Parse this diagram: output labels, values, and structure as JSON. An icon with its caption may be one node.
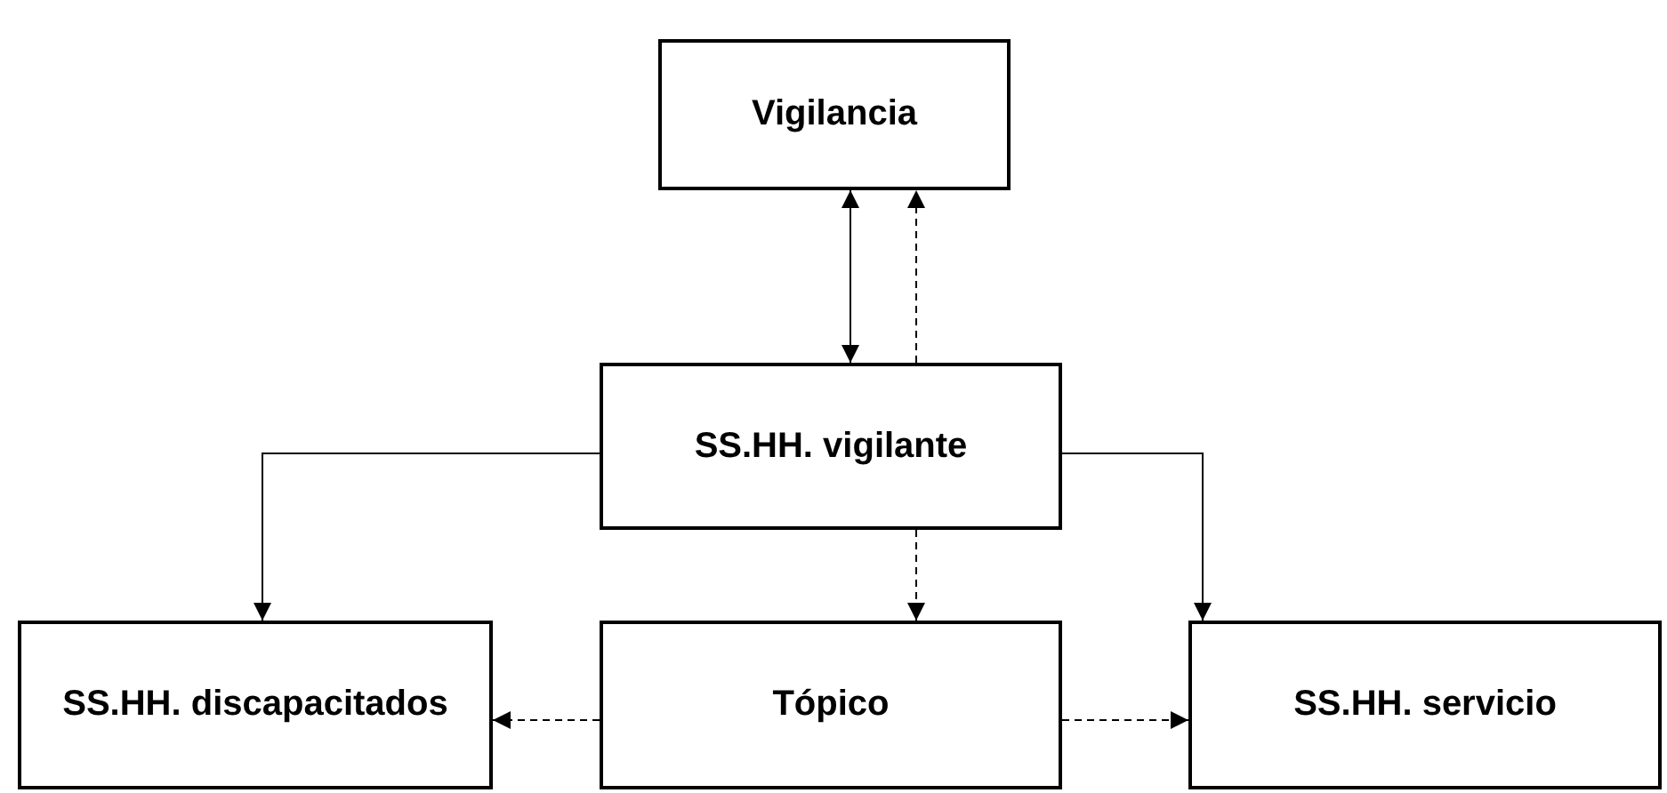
{
  "diagram": {
    "nodes": [
      {
        "text": [
          "Vigilancia"
        ]
      },
      {
        "text": [
          "SS.HH. vigilante"
        ]
      },
      {
        "text": [
          "SS.HH. discapacitados"
        ]
      },
      {
        "text": [
          "Tópico"
        ]
      },
      {
        "text": [
          "SS.HH. servicio"
        ]
      }
    ],
    "edges": [
      {
        "from": 1,
        "to": 0,
        "arrow": "both"
      },
      {
        "from": 1,
        "to": 0,
        "arrow": "to",
        "style": "dashed"
      },
      {
        "from": 1,
        "to": 2,
        "arrow": "to"
      },
      {
        "from": 1,
        "to": 4,
        "arrow": "to"
      },
      {
        "from": 1,
        "to": 3,
        "arrow": "to",
        "style": "dashed"
      },
      {
        "from": 3,
        "to": 2,
        "arrow": "to",
        "style": "dashed"
      },
      {
        "from": 3,
        "to": 4,
        "arrow": "to",
        "style": "dashed"
      }
    ]
  }
}
